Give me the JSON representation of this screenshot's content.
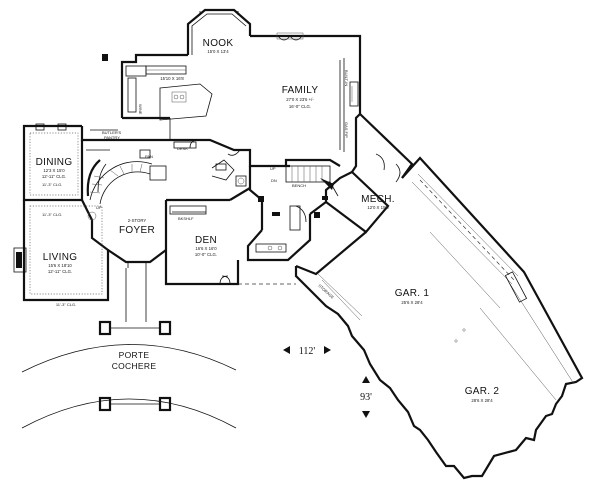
{
  "rooms": {
    "nook": {
      "name": "NOOK",
      "size": "15'0 X 13'4"
    },
    "family": {
      "name": "FAMILY",
      "size": "27'0 X 23'6 +/-",
      "ceiling": "16'-0\" CLG."
    },
    "kitchen": {
      "size": "15'10 X 16'8"
    },
    "butlers": {
      "name": "BUTLER'S",
      "name2": "PANTRY"
    },
    "dining": {
      "name": "DINING",
      "size": "12'3 X 15'0",
      "ceiling": "12'-11\" CLG."
    },
    "living": {
      "name": "LIVING",
      "size": "15'6 X 18'10",
      "ceiling": "12'-11\" CLG."
    },
    "foyer": {
      "name": "FOYER",
      "prefix": "2-STORY"
    },
    "den": {
      "name": "DEN",
      "size": "16'6 X 16'0",
      "ceiling": "10'-0\" CLG."
    },
    "mech": {
      "name": "MECH.",
      "size": "12'0 X 15'0"
    },
    "gar1": {
      "name": "GAR. 1",
      "size": "25'6 X 28'4"
    },
    "gar2": {
      "name": "GAR. 2",
      "size": "28'6 X 28'4"
    },
    "porte": {
      "line1": "PORTE",
      "line2": "COCHERE"
    }
  },
  "small_labels": {
    "pan": "PAN",
    "desk": "DESK",
    "bench": "BENCH",
    "up": "UP",
    "up2": "UP",
    "dn": "DN",
    "bkshlf": "BKSHLF",
    "storage": "STORAGE",
    "clg_left": "11'-3\" CLG.",
    "clg_left2": "11'-3\" CLG.",
    "clg_bottom": "11'-3\" CLG.",
    "built_in": "BUILT-IN",
    "gas_fp": "GAS F/P",
    "wine": "WINE"
  },
  "dimensions": {
    "width": "112'",
    "depth": "93'"
  }
}
